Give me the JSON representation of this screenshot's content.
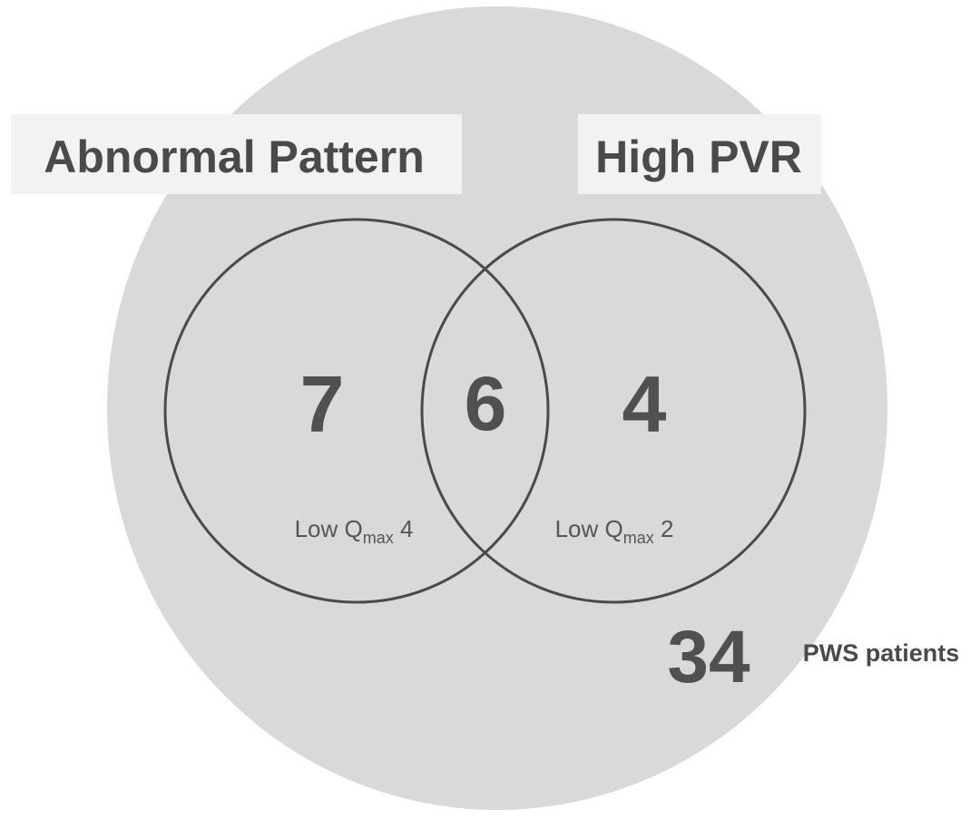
{
  "colors": {
    "universe_fill": "#d9d9d9",
    "label_box_fill": "#f2f2f2",
    "circle_stroke": "#4a4a4a",
    "text": "#4a4a4a"
  },
  "sets": [
    {
      "name": "Abnormal Pattern"
    },
    {
      "name": "High PVR"
    }
  ],
  "regions": {
    "abnormal_only": {
      "count": "7",
      "note_prefix": "Low Q",
      "note_sub": "max",
      "note_value": " 4"
    },
    "overlap": {
      "count": "6"
    },
    "high_pvr_only": {
      "count": "4",
      "note_prefix": "Low Q",
      "note_sub": "max",
      "note_value": " 2"
    }
  },
  "total": {
    "count": "34",
    "label": "PWS patients"
  }
}
